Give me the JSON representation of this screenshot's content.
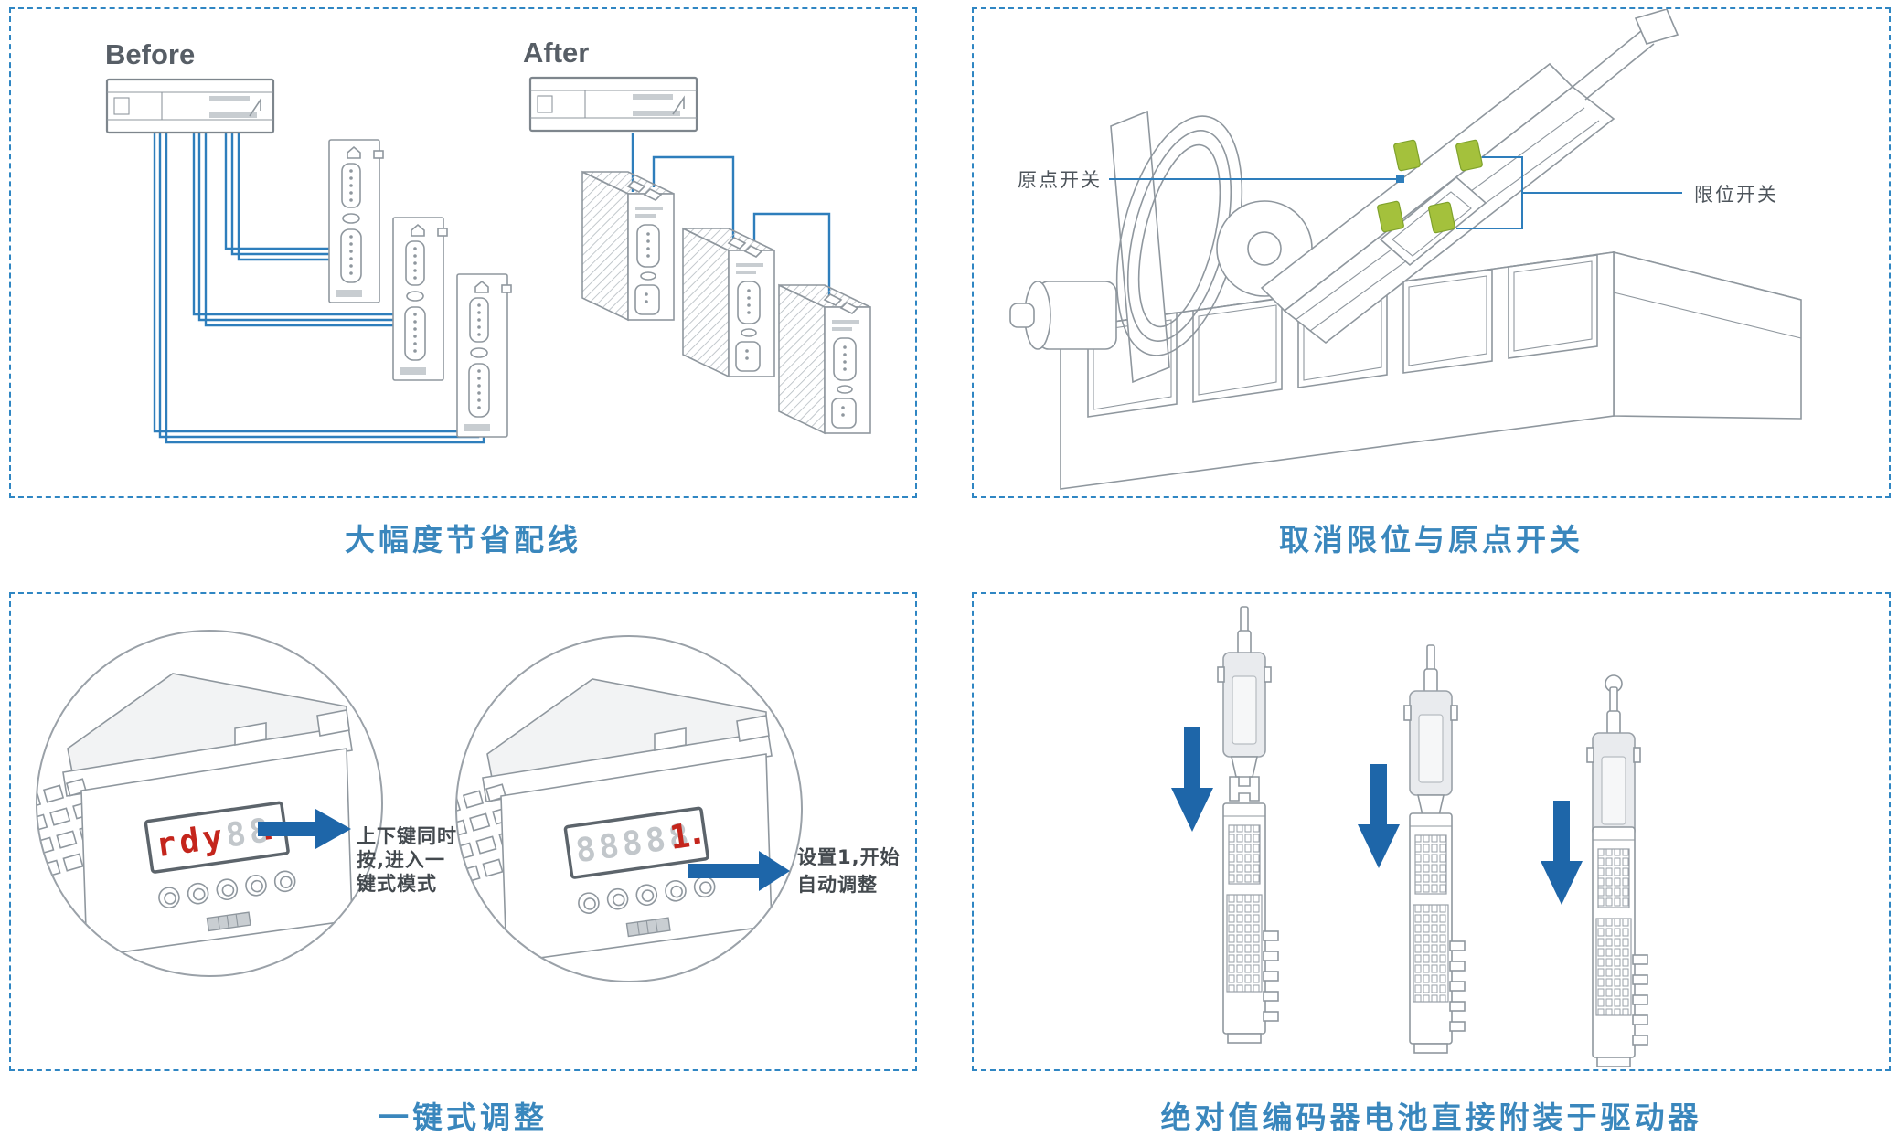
{
  "colors": {
    "dashed_border": "#2f86c3",
    "caption_blue": "#3a87bd",
    "wire_blue": "#2e7ebc",
    "arrow_blue": "#1e66a9",
    "switch_green": "#a4c13c",
    "display_red": "#c4251c",
    "line_art_gray": "#8f979e"
  },
  "panel_wiring": {
    "before": "Before",
    "after": "After",
    "caption": "大幅度节省配线"
  },
  "panel_switches": {
    "origin_label": "原点开关",
    "limit_label": "限位开关",
    "caption": "取消限位与原点开关"
  },
  "panel_onekey": {
    "note1_lines": [
      "上下键同时",
      "按,进入一",
      "键式模式"
    ],
    "note2_lines": [
      "设置1,开始",
      "自动调整"
    ],
    "display1_red": "rdy",
    "display1_ghost": "88",
    "display2_ghost": "88888",
    "display2_value": "1",
    "caption": "一键式调整"
  },
  "panel_battery": {
    "caption": "绝对值编码器电池直接附装于驱动器"
  }
}
